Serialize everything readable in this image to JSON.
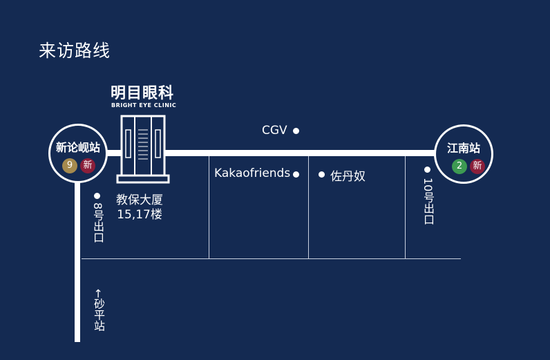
{
  "header": {
    "title": "来访路线"
  },
  "clinic": {
    "name_cn": "明目眼科",
    "name_en": "BRIGHT EYE CLINIC"
  },
  "building": {
    "name": "教保大厦",
    "floors": "15,17楼"
  },
  "stations": [
    {
      "name": "新论岘站",
      "lines": [
        {
          "label": "9",
          "color": "#a58a4e"
        },
        {
          "label": "新",
          "color": "#8b1f3a"
        }
      ]
    },
    {
      "name": "江南站",
      "lines": [
        {
          "label": "2",
          "color": "#3d9a52"
        },
        {
          "label": "新",
          "color": "#8b1f3a"
        }
      ]
    }
  ],
  "places": {
    "cgv": "CGV",
    "kakao": "Kakaofriends",
    "zuodannu": "佐丹奴"
  },
  "exits": {
    "exit8": "8号出口",
    "exit10": "10号出口",
    "to_south": "←砂平站"
  },
  "colors": {
    "background": "#142a52",
    "road": "#ffffff"
  }
}
